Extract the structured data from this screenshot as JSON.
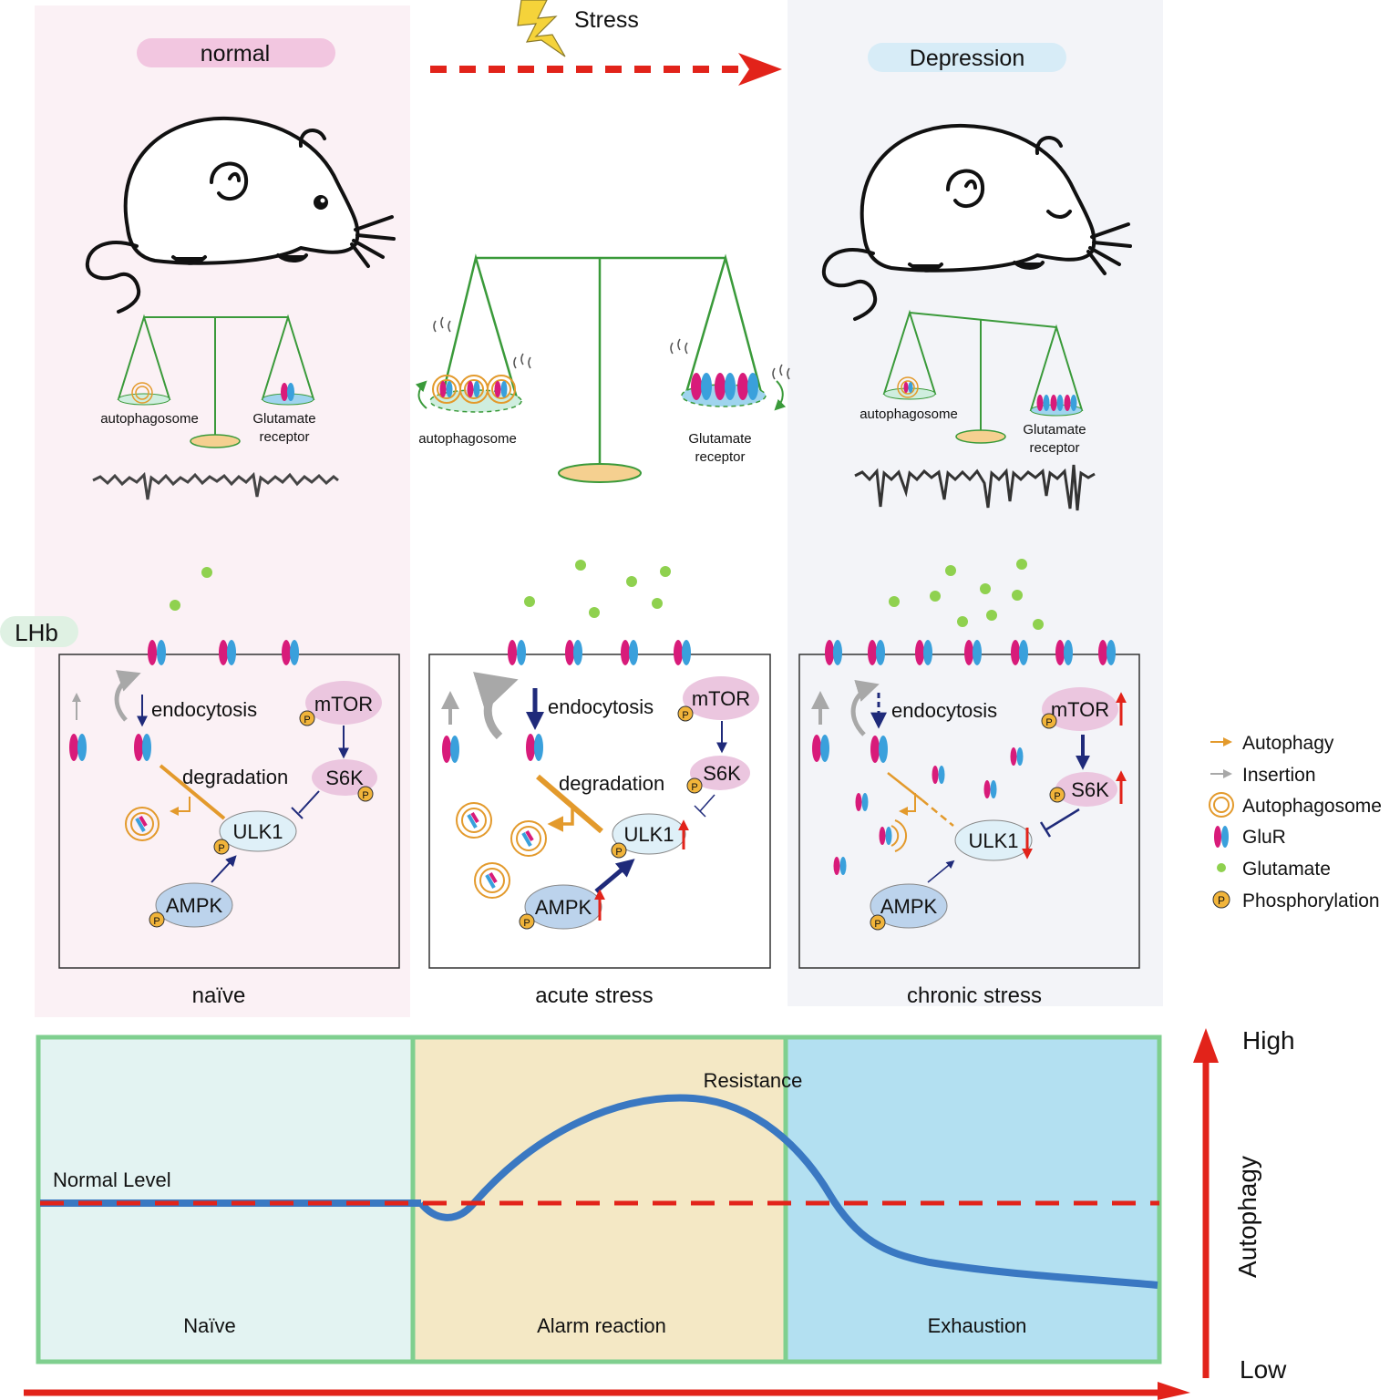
{
  "header": {
    "stress_label": "Stress",
    "normal_label": "normal",
    "depression_label": "Depression"
  },
  "scales": {
    "normal": {
      "left_label": "autophagosome",
      "right_label_line1": "Glutamate",
      "right_label_line2": "receptor"
    },
    "acute": {
      "left_label": "autophagosome",
      "right_label_line1": "Glutamate",
      "right_label_line2": "receptor"
    },
    "chronic": {
      "left_label": "autophagosome",
      "right_label_line1": "Glutamate",
      "right_label_line2": "receptor"
    }
  },
  "region_label": "LHb",
  "cells": {
    "naive": {
      "caption": "naïve",
      "endocytosis": "endocytosis",
      "degradation": "degradation",
      "mtor": "mTOR",
      "s6k": "S6K",
      "ulk1": "ULK1",
      "ampk": "AMPK",
      "p": "P"
    },
    "acute": {
      "caption": "acute stress",
      "endocytosis": "endocytosis",
      "degradation": "degradation",
      "mtor": "mTOR",
      "s6k": "S6K",
      "ulk1": "ULK1",
      "ampk": "AMPK",
      "p": "P"
    },
    "chronic": {
      "caption": "chronic stress",
      "endocytosis": "endocytosis",
      "mtor": "mTOR",
      "s6k": "S6K",
      "ulk1": "ULK1",
      "ampk": "AMPK",
      "p": "P"
    }
  },
  "legend": {
    "autophagy": "Autophagy",
    "insertion": "Insertion",
    "autophagosome": "Autophagosome",
    "glur": "GluR",
    "glutamate": "Glutamate",
    "phosphorylation": "Phosphorylation",
    "p": "P"
  },
  "graph": {
    "normal_level": "Normal Level",
    "resistance": "Resistance",
    "phases": [
      "Naïve",
      "Alarm reaction",
      "Exhaustion"
    ],
    "axis_label": "Autophagy",
    "high": "High",
    "low": "Low"
  },
  "colors": {
    "normal_panel": "#fbf1f5",
    "depression_panel": "#f3f4f8",
    "pink_pill": "#f2c6e0",
    "blue_pill": "#d7ecf7",
    "red": "#e2231a",
    "green": "#3a9a3a",
    "glutamate": "#8fd14f",
    "glur_pink": "#d81b7a",
    "glur_blue": "#3aa0dc",
    "navy": "#1f2a7a",
    "orange": "#e39a2c",
    "mtor_fill": "#ebc6df",
    "ulk1_fill": "#dff0f8",
    "ampk_fill": "#bcd3ec",
    "phase_naive": "#e3f3f2",
    "phase_alarm": "#f4e8c5",
    "phase_exhaustion": "#b3e0f1",
    "curve": "#3a78c2"
  }
}
